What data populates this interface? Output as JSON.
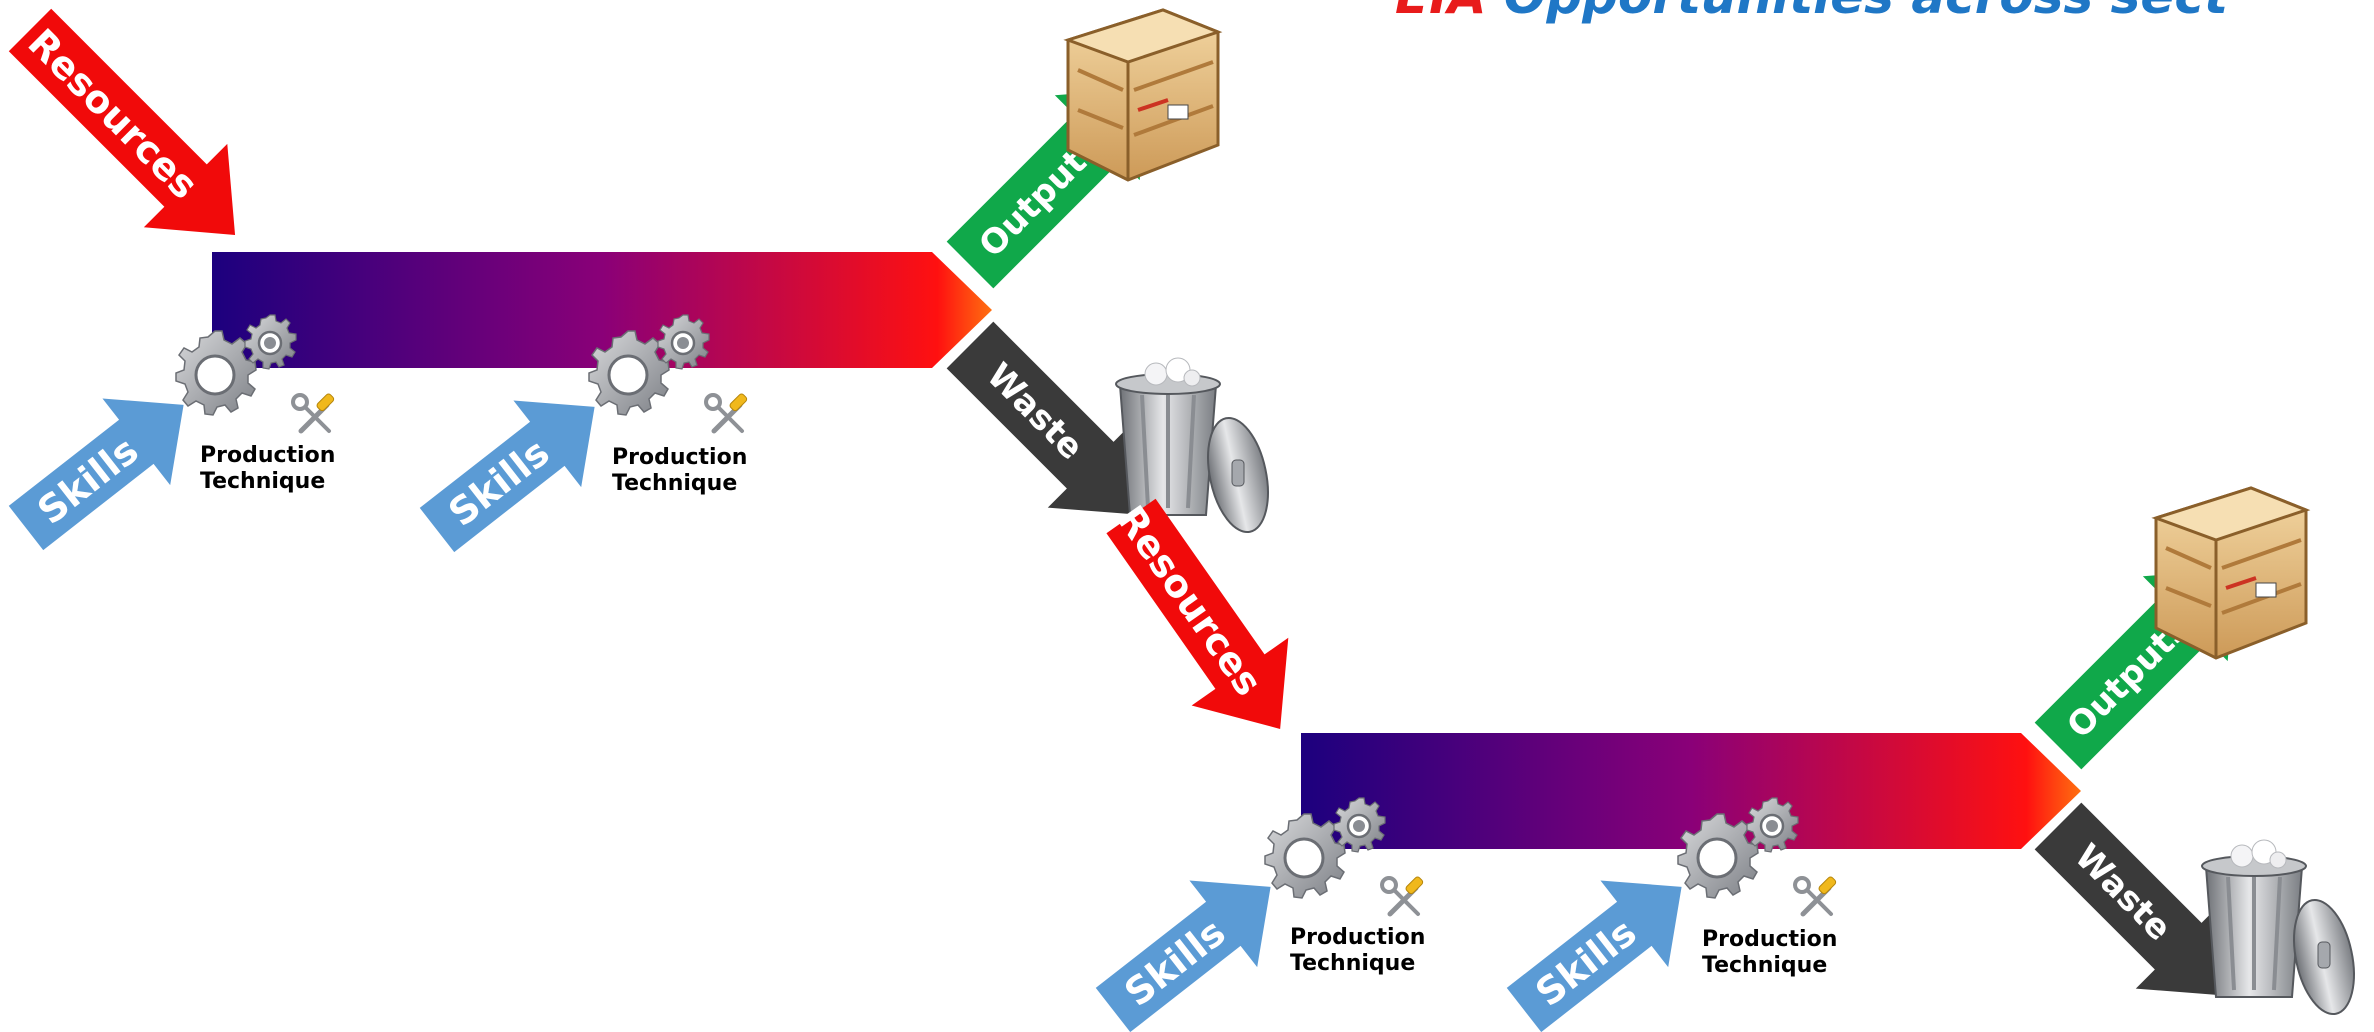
{
  "title": {
    "prefix": "EIA",
    "text": "Opportunities across sect"
  },
  "labels": {
    "resources": "Resources",
    "outputs": "Outputs",
    "waste": "Waste",
    "skills": "Skills",
    "production_line1": "Production",
    "production_line2": "Technique"
  },
  "colors": {
    "resources": "#f10a0a",
    "outputs": "#10a84a",
    "waste": "#3a3a3a",
    "skills": "#5b9bd5",
    "bar_start": "#1c007e",
    "bar_mid": "#8a0078",
    "bar_end": "#ff1010",
    "title_prefix": "#e81b1b",
    "title_text": "#1f77c6"
  },
  "icons": [
    "gear-icon",
    "tools-icon",
    "crate-icon",
    "trash-can-icon"
  ]
}
